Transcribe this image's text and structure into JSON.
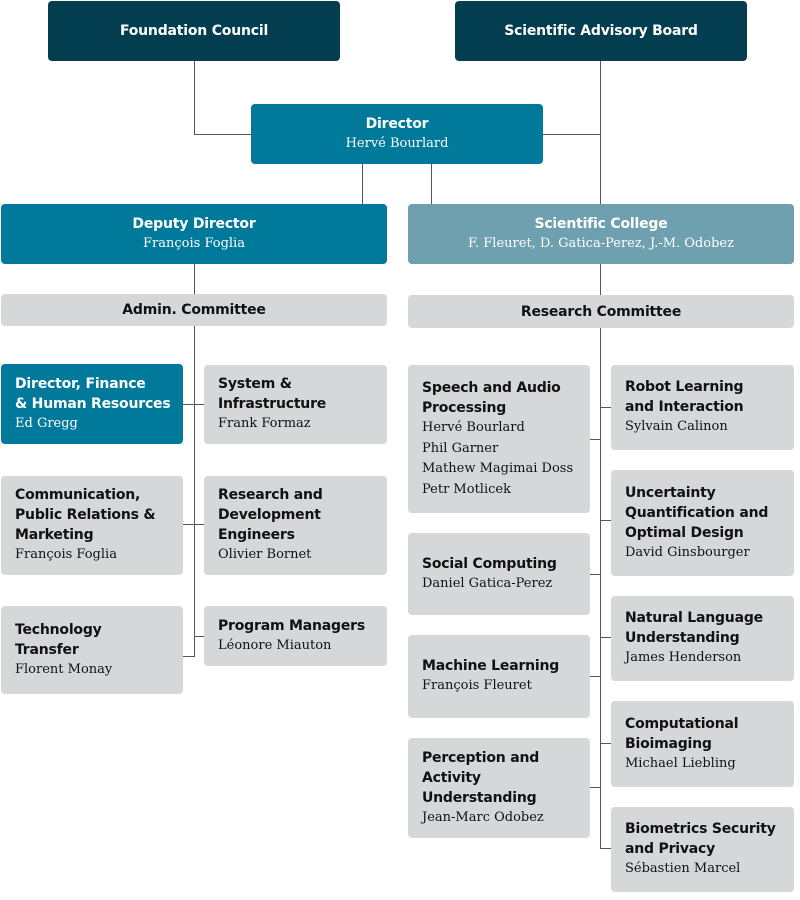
{
  "governance": {
    "foundation_council": "Foundation Council",
    "scientific_advisory_board": "Scientific Advisory Board"
  },
  "director": {
    "title": "Director",
    "name": "Hervé Bourlard"
  },
  "deputy_director": {
    "title": "Deputy Director",
    "name": "François Foglia"
  },
  "scientific_college": {
    "title": "Scientific College",
    "names": "F. Fleuret, D. Gatica-Perez, J.-M. Odobez"
  },
  "admin_committee": {
    "title": "Admin. Committee",
    "units": [
      {
        "title_lines": [
          "Director, Finance",
          "& Human Resources"
        ],
        "people": [
          "Ed Gregg"
        ]
      },
      {
        "title_lines": [
          "System &",
          "Infrastructure"
        ],
        "people": [
          "Frank Formaz"
        ]
      },
      {
        "title_lines": [
          "Communication,",
          "Public Relations &",
          "Marketing"
        ],
        "people": [
          "François Foglia"
        ]
      },
      {
        "title_lines": [
          "Research and",
          "Development",
          "Engineers"
        ],
        "people": [
          "Olivier Bornet"
        ]
      },
      {
        "title_lines": [
          "Technology",
          "Transfer"
        ],
        "people": [
          "Florent Monay"
        ]
      },
      {
        "title_lines": [
          "Program Managers"
        ],
        "people": [
          "Léonore Miauton"
        ]
      }
    ]
  },
  "research_committee": {
    "title": "Research Committee",
    "units": [
      {
        "title_lines": [
          "Speech and Audio",
          "Processing"
        ],
        "people": [
          "Hervé Bourlard",
          "Phil Garner",
          "Mathew Magimai Doss",
          "Petr Motlicek"
        ]
      },
      {
        "title_lines": [
          "Robot Learning",
          "and Interaction"
        ],
        "people": [
          "Sylvain Calinon"
        ]
      },
      {
        "title_lines": [
          "Uncertainty",
          "Quantification and",
          "Optimal Design"
        ],
        "people": [
          "David Ginsbourger"
        ]
      },
      {
        "title_lines": [
          "Social Computing"
        ],
        "people": [
          "Daniel Gatica-Perez"
        ]
      },
      {
        "title_lines": [
          "Natural Language",
          "Understanding"
        ],
        "people": [
          "James Henderson"
        ]
      },
      {
        "title_lines": [
          "Machine Learning"
        ],
        "people": [
          "François Fleuret"
        ]
      },
      {
        "title_lines": [
          "Computational",
          "Bioimaging"
        ],
        "people": [
          "Michael Liebling"
        ]
      },
      {
        "title_lines": [
          "Perception and",
          "Activity",
          "Understanding"
        ],
        "people": [
          "Jean-Marc Odobez"
        ]
      },
      {
        "title_lines": [
          "Biometrics Security",
          "and Privacy"
        ],
        "people": [
          "Sébastien Marcel"
        ]
      }
    ]
  },
  "colors": {
    "governance": "#023e50",
    "director": "#00799a",
    "scientific_college": "#6ea0b0",
    "unit": "#d6d7d9",
    "connector": "#555555"
  }
}
